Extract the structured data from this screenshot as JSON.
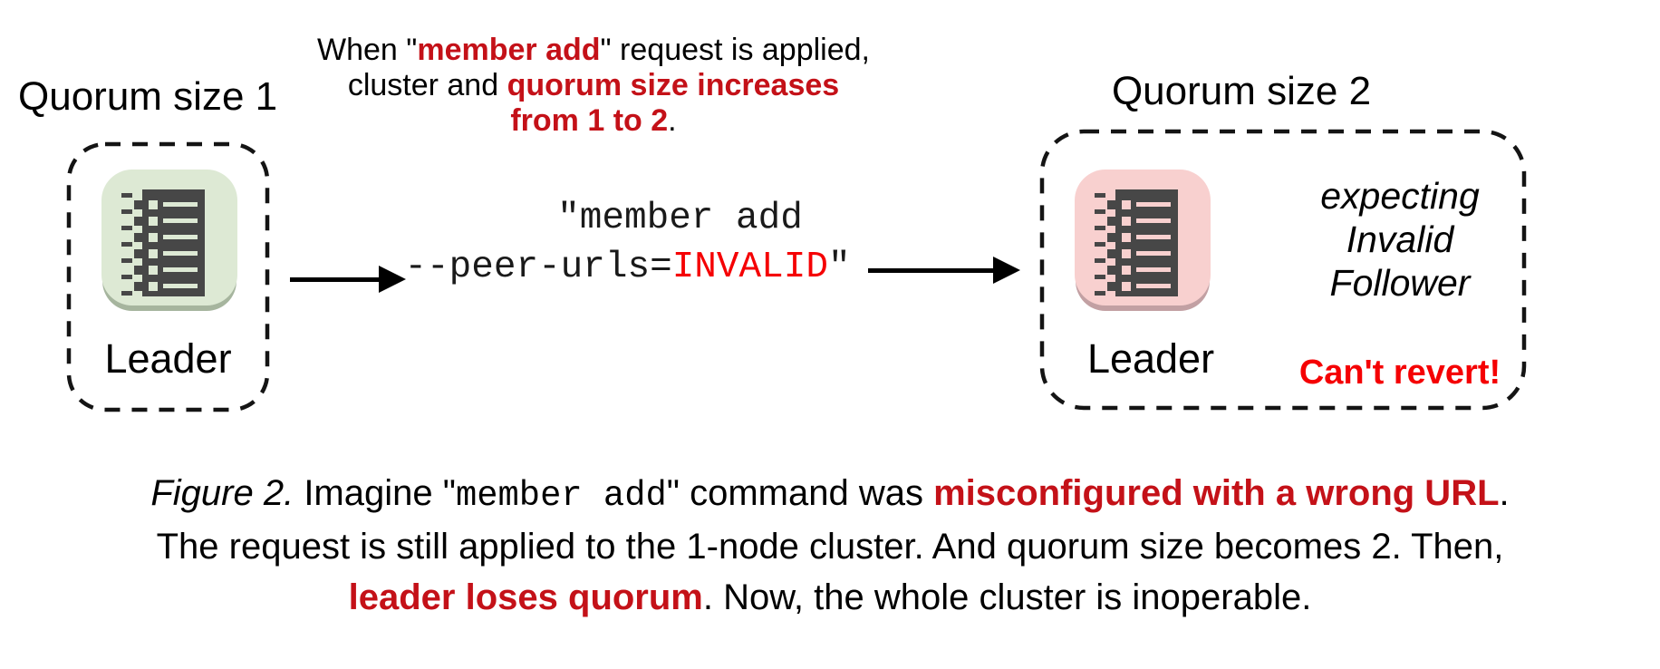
{
  "colors": {
    "red_bold": "#c41118",
    "bright_red": "#f50003",
    "node_green": "#dde9d4",
    "node_pink": "#f8d0cf",
    "icon_dark": "#474747"
  },
  "left_cluster": {
    "title": "Quorum size 1",
    "node_label": "Leader"
  },
  "annotation": {
    "l1_pre": "When \"",
    "l1_red": "member add",
    "l1_post": "\" request is applied,",
    "l2_pre": "cluster and ",
    "l2_red": "quorum size increases",
    "l3_red": "from 1 to 2",
    "l3_post": "."
  },
  "command": {
    "line1": "\"member add",
    "line2_pre": "--peer-urls=",
    "line2_red": "INVALID",
    "line2_post": "\""
  },
  "right_cluster": {
    "title": "Quorum size 2",
    "node_label": "Leader",
    "expect_lines": [
      "expecting",
      "Invalid",
      "Follower"
    ],
    "warning": "Can't revert!"
  },
  "caption": {
    "fig_label": "Figure 2.",
    "l1_a": " Imagine \"",
    "l1_mono": "member add",
    "l1_b": "\" command was ",
    "l1_red": "misconfigured with a wrong URL",
    "l1_c": ".",
    "line2": "The request is still applied to the 1-node cluster. And quorum size becomes 2. Then,",
    "l3_red": "leader loses quorum",
    "l3_a": ". Now, the whole cluster is inoperable."
  }
}
